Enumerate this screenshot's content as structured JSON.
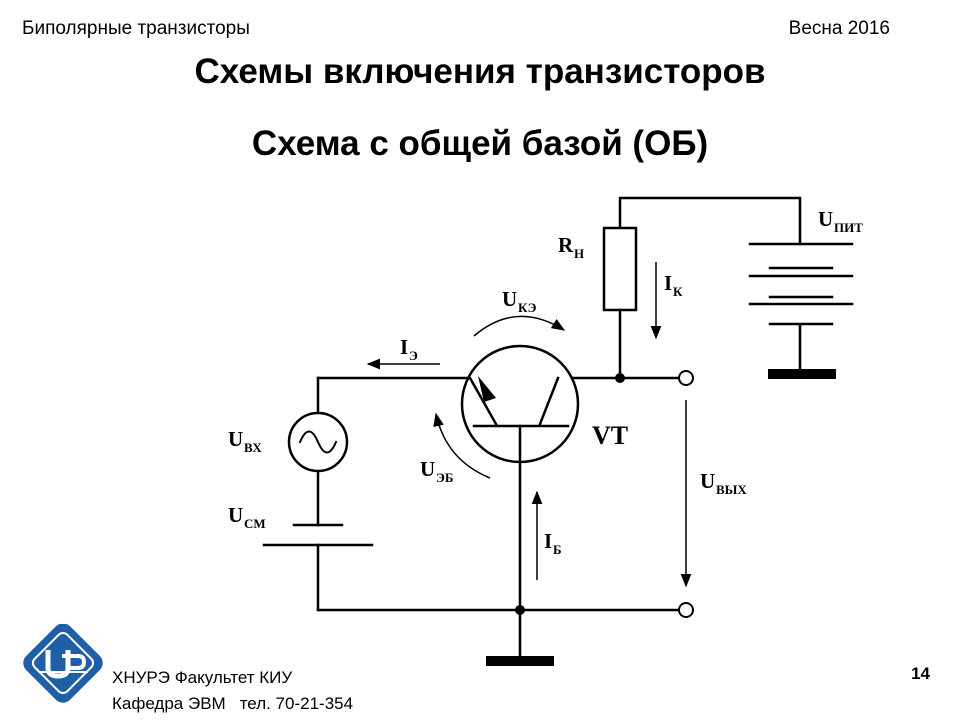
{
  "header": {
    "left": "Биполярные транзисторы",
    "right": "Весна 2016"
  },
  "title": "Схемы включения транзисторов",
  "subtitle": "Схема с общей базой (ОБ)",
  "labels": {
    "r_main": "R",
    "r_sub": "Н",
    "supply_main": "U",
    "supply_sub": "ПИТ",
    "ik_main": "I",
    "ik_sub": "К",
    "uke_main": "U",
    "uke_sub": "КЭ",
    "ie_main": "I",
    "ie_sub": "Э",
    "uin_main": "U",
    "uin_sub": "ВХ",
    "vt": "VT",
    "ueb_main": "U",
    "ueb_sub": "ЭБ",
    "uout_main": "U",
    "uout_sub": "ВЫХ",
    "usm_main": "U",
    "usm_sub": "СМ",
    "ib_main": "I",
    "ib_sub": "Б"
  },
  "footer": {
    "line1": "ХНУРЭ Факультет КИУ",
    "line2a": "Кафедра ЭВМ",
    "line2b": "тел. 70-21-354"
  },
  "page_number": "14",
  "colors": {
    "logo": "#1f5fa8",
    "wire": "#000000"
  }
}
